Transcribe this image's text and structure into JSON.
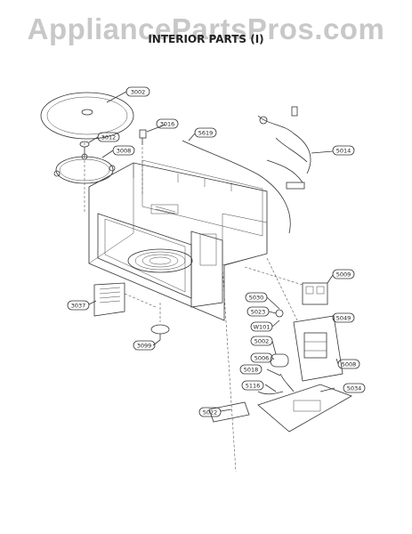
{
  "header": {
    "watermark": "AppliancePartsPros.com",
    "title": "INTERIOR PARTS (I)"
  },
  "callouts": [
    {
      "id": "3002"
    },
    {
      "id": "3016"
    },
    {
      "id": "3012"
    },
    {
      "id": "3008"
    },
    {
      "id": "5619"
    },
    {
      "id": "5014"
    },
    {
      "id": "5009"
    },
    {
      "id": "5030"
    },
    {
      "id": "5023"
    },
    {
      "id": "5049"
    },
    {
      "id": "W101"
    },
    {
      "id": "5002"
    },
    {
      "id": "5006"
    },
    {
      "id": "5008"
    },
    {
      "id": "5018"
    },
    {
      "id": "5116"
    },
    {
      "id": "5034"
    },
    {
      "id": "5022"
    },
    {
      "id": "3037"
    },
    {
      "id": "3099"
    }
  ]
}
